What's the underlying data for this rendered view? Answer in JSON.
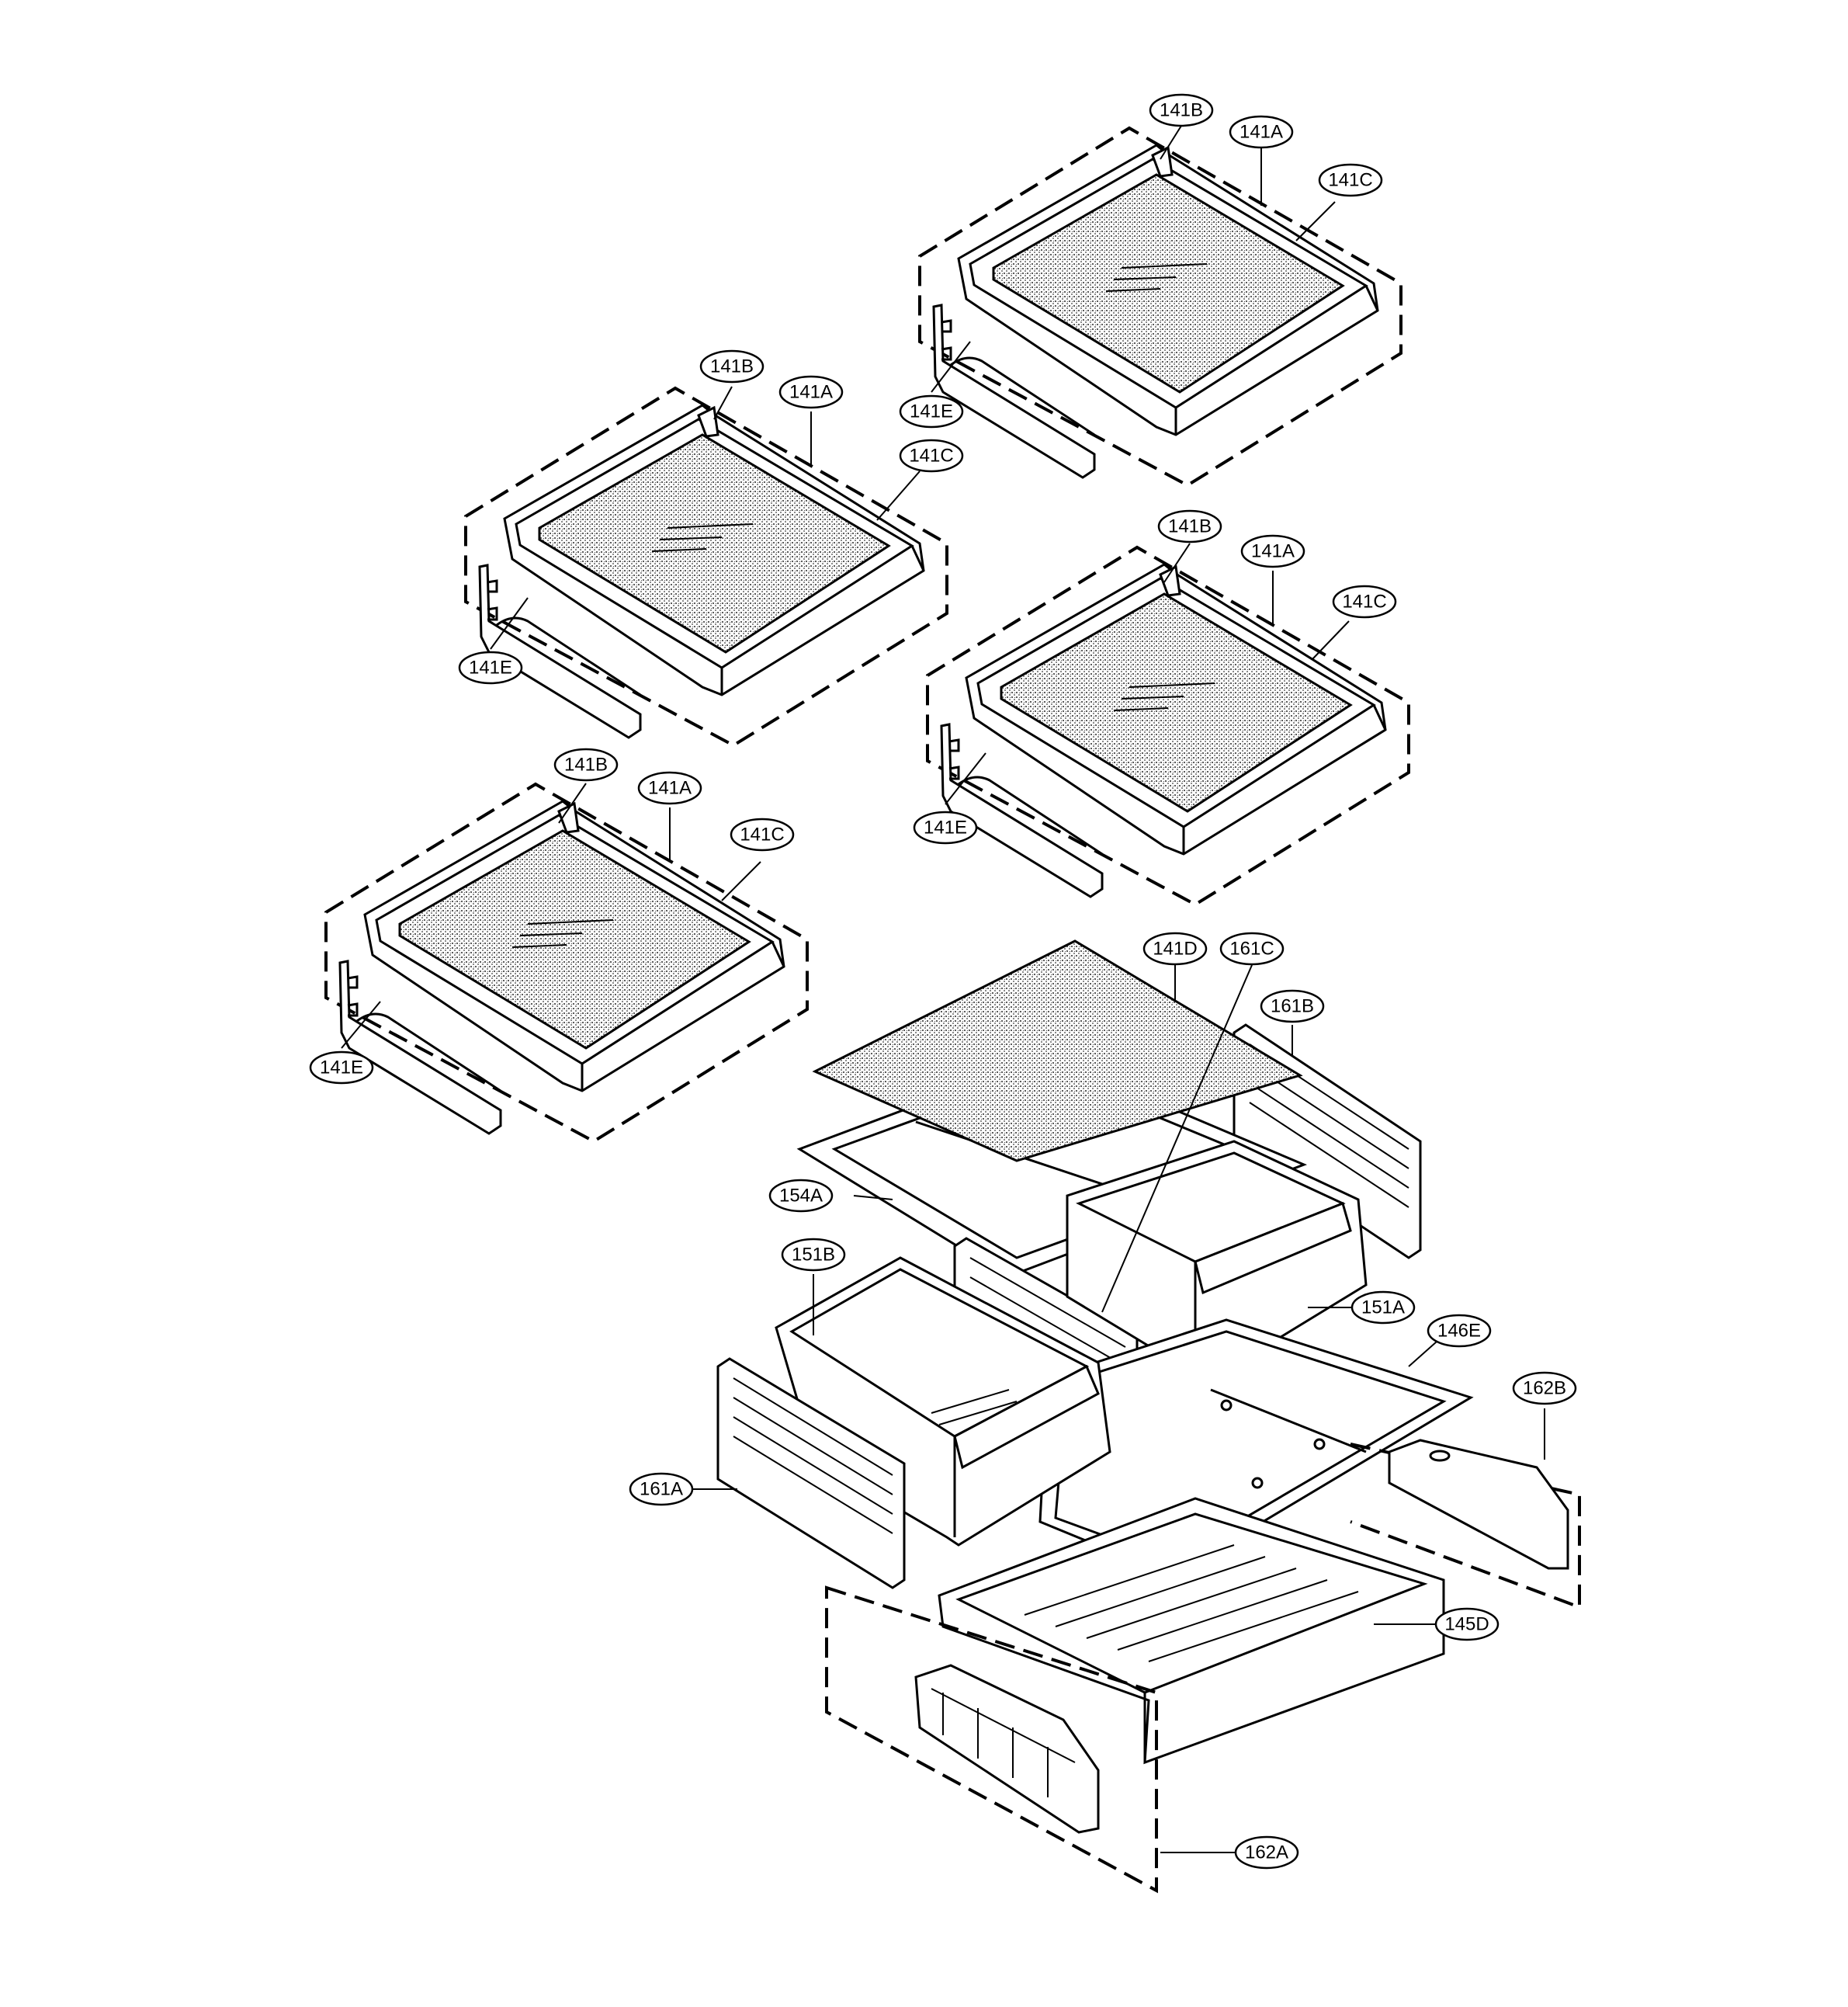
{
  "callouts": {
    "shelf1": {
      "a": "141A",
      "b": "141B",
      "c": "141C",
      "e": "141E"
    },
    "shelf2": {
      "a": "141A",
      "b": "141B",
      "c": "141C",
      "e": "141E"
    },
    "shelf3": {
      "a": "141A",
      "b": "141B",
      "c": "141C",
      "e": "141E"
    },
    "shelf4": {
      "a": "141A",
      "b": "141B",
      "c": "141C",
      "e": "141E"
    },
    "crisper": {
      "glass": "141D",
      "cover": "154A",
      "divider_center": "161C",
      "divider_right": "161B",
      "divider_left": "161A",
      "drawer_left": "151B",
      "drawer_right": "151A",
      "tray": "146E",
      "rail_right": "162B",
      "pan": "145D",
      "rail_left": "162A"
    }
  }
}
